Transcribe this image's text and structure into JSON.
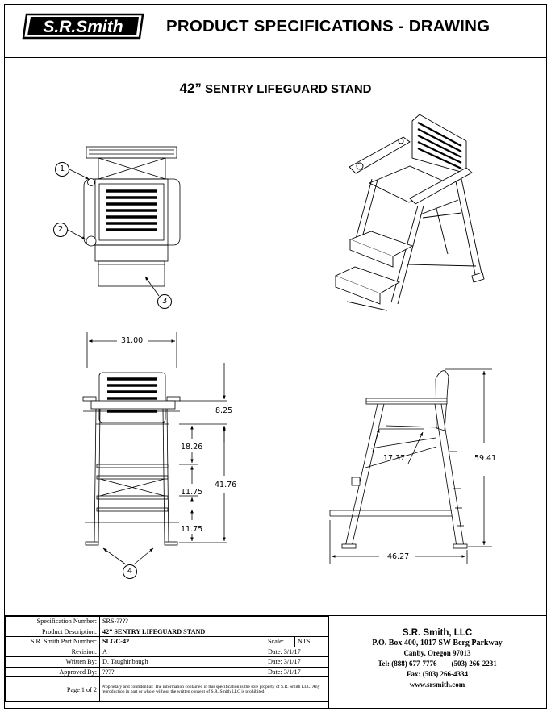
{
  "header": {
    "logo_text": "S.R.Smith",
    "title": "PRODUCT SPECIFICATIONS - DRAWING"
  },
  "product_title": {
    "size": "42”",
    "name": "SENTRY LIFEGUARD STAND"
  },
  "callouts": [
    "1",
    "2",
    "3",
    "4"
  ],
  "dimensions": {
    "overall_width": "31.00",
    "upper_drop": "8.25",
    "seat_to_step": "18.26",
    "step_spacing_1": "11.75",
    "step_spacing_2": "11.75",
    "seat_height": "41.76",
    "seat_depth": "17.37",
    "overall_height": "59.41",
    "overall_depth": "46.27"
  },
  "spec_table": {
    "spec_number_label": "Specification Number:",
    "spec_number": "SRS-????",
    "description_label": "Product Description:",
    "description": "42” SENTRY LIFEGUARD STAND",
    "part_number_label": "S.R. Smith Part Number:",
    "part_number": "SLGC-42",
    "scale_label": "Scale:",
    "scale": "NTS",
    "revision_label": "Revision:",
    "revision": "A",
    "revision_date": "Date: 3/1/17",
    "written_by_label": "Written By:",
    "written_by": "D. Taughinbaugh",
    "written_date": "Date: 3/1/17",
    "approved_by_label": "Approved By:",
    "approved_by": "????",
    "approved_date": "Date: 3/1/17",
    "page": "Page 1 of 2",
    "confidential": "Proprietary and confidential: The information contained in this specification is the sole property of S.R. Smith LLC.  Any reproduction in part or whole without the written consent of S.R. Smith LLC is prohibited."
  },
  "company": {
    "name": "S.R. Smith, LLC",
    "address_line1": "P.O. Box 400, 1017 SW Berg Parkway",
    "address_line2": "Canby, Oregon 97013",
    "tel": "Tel: (888) 677-7776        (503) 266-2231",
    "fax": "Fax: (503) 266-4334",
    "web": "www.srsmith.com"
  }
}
